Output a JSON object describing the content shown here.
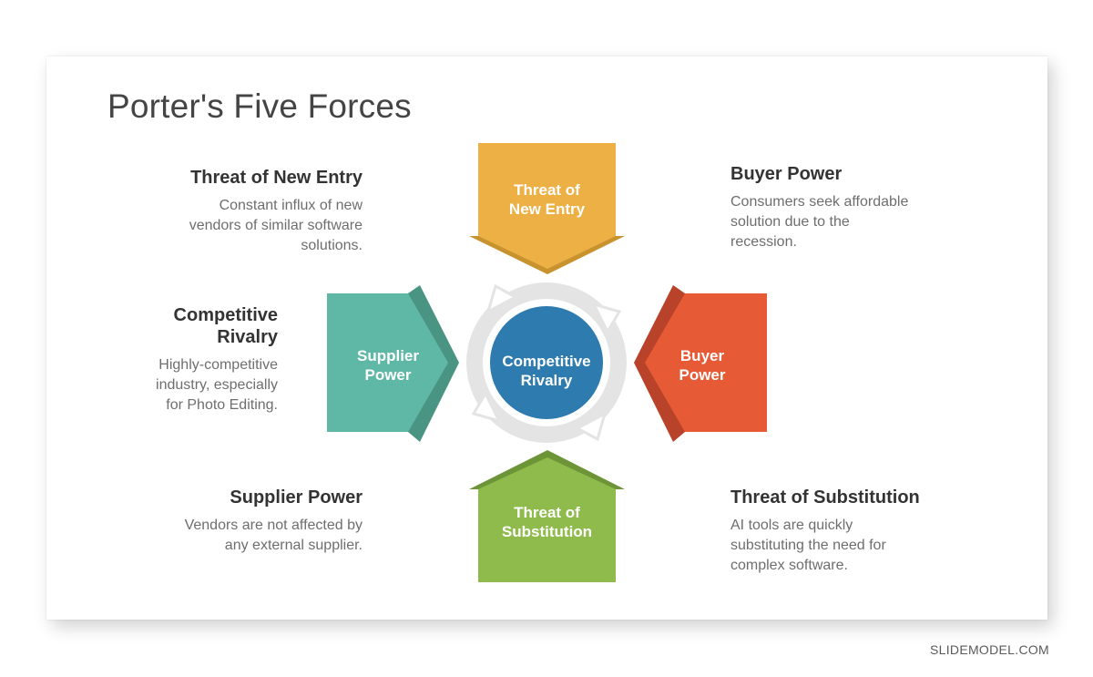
{
  "title": "Porter's Five Forces",
  "forces": {
    "top": {
      "label_line1": "Threat of",
      "label_line2": "New Entry",
      "color": "#EDB045",
      "shade": "#C8922F"
    },
    "left": {
      "label_line1": "Supplier",
      "label_line2": "Power",
      "color": "#5EB8A5",
      "shade": "#4A9483"
    },
    "right": {
      "label_line1": "Buyer",
      "label_line2": "Power",
      "color": "#E65A35",
      "shade": "#B8432A"
    },
    "bottom": {
      "label_line1": "Threat of",
      "label_line2": "Substitution",
      "color": "#8EBB4B",
      "shade": "#6E9438"
    },
    "center": {
      "label_line1": "Competitive",
      "label_line2": "Rivalry",
      "color": "#2E7BAF",
      "ring": "#E3E3E3"
    }
  },
  "descriptions": {
    "new_entry": {
      "heading": "Threat of New Entry",
      "lines": [
        "Constant influx of new",
        "vendors of similar software",
        "solutions."
      ]
    },
    "buyer_power": {
      "heading": "Buyer Power",
      "lines": [
        "Consumers seek affordable",
        "solution due to the",
        "recession."
      ]
    },
    "rivalry": {
      "heading_line1": "Competitive",
      "heading_line2": "Rivalry",
      "lines": [
        "Highly-competitive",
        "industry, especially",
        "for Photo Editing."
      ]
    },
    "supplier_power": {
      "heading": "Supplier Power",
      "lines": [
        "Vendors are not affected by",
        "any external supplier."
      ]
    },
    "substitution": {
      "heading": "Threat of Substitution",
      "lines": [
        "AI tools are quickly",
        "substituting the need for",
        "complex software."
      ]
    }
  },
  "footer": "SLIDEMODEL.COM"
}
